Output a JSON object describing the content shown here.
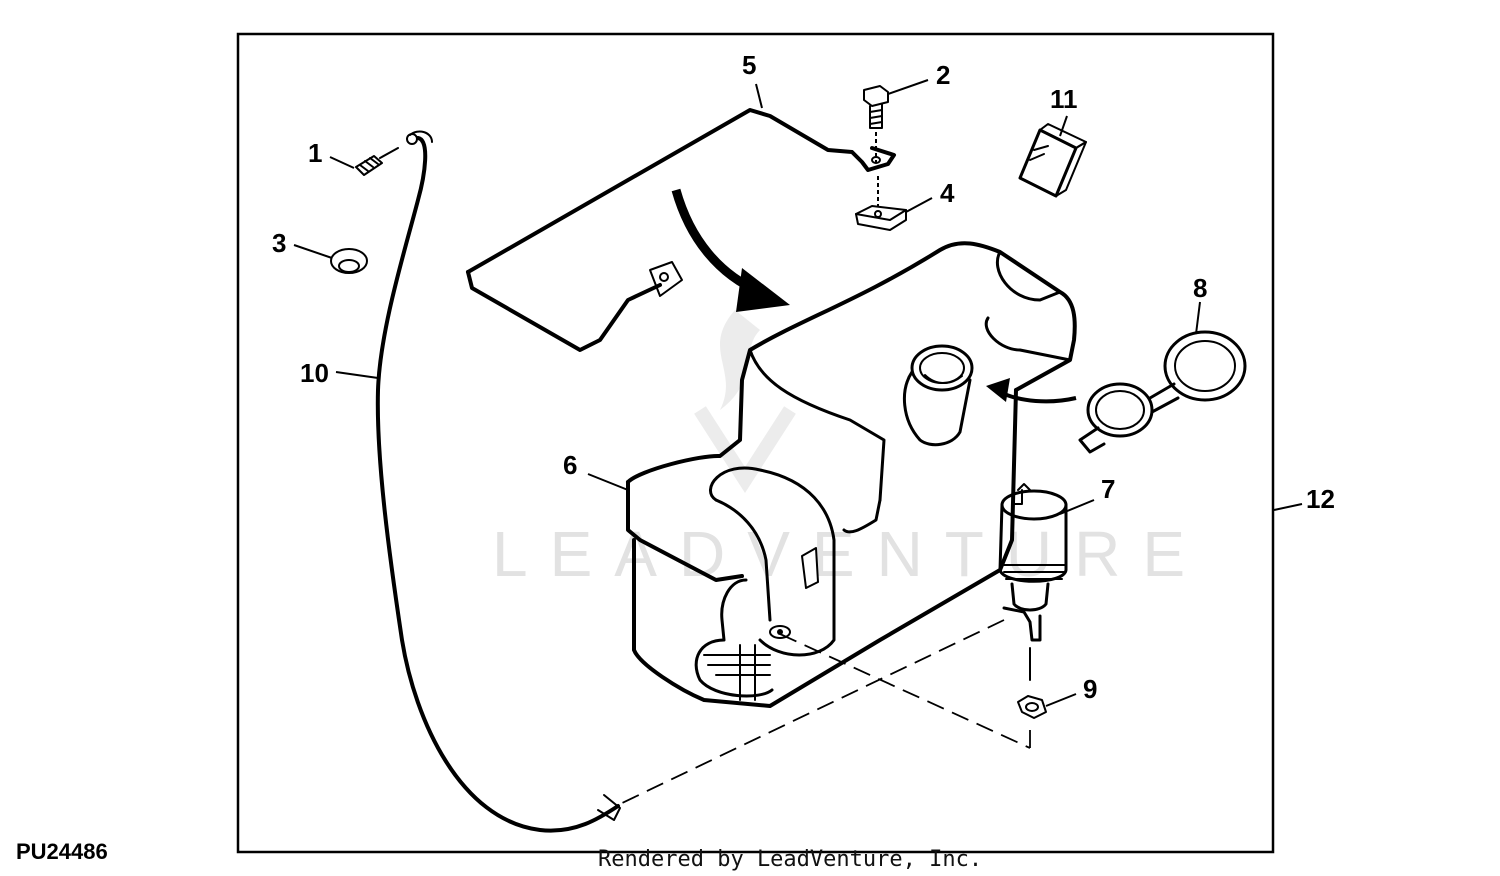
{
  "figure_id": "PU24486",
  "credit": "Rendered by LeadVenture, Inc.",
  "watermark": "LEADVENTURE",
  "callouts": [
    "1",
    "2",
    "3",
    "4",
    "5",
    "6",
    "7",
    "8",
    "9",
    "10",
    "11",
    "12"
  ]
}
